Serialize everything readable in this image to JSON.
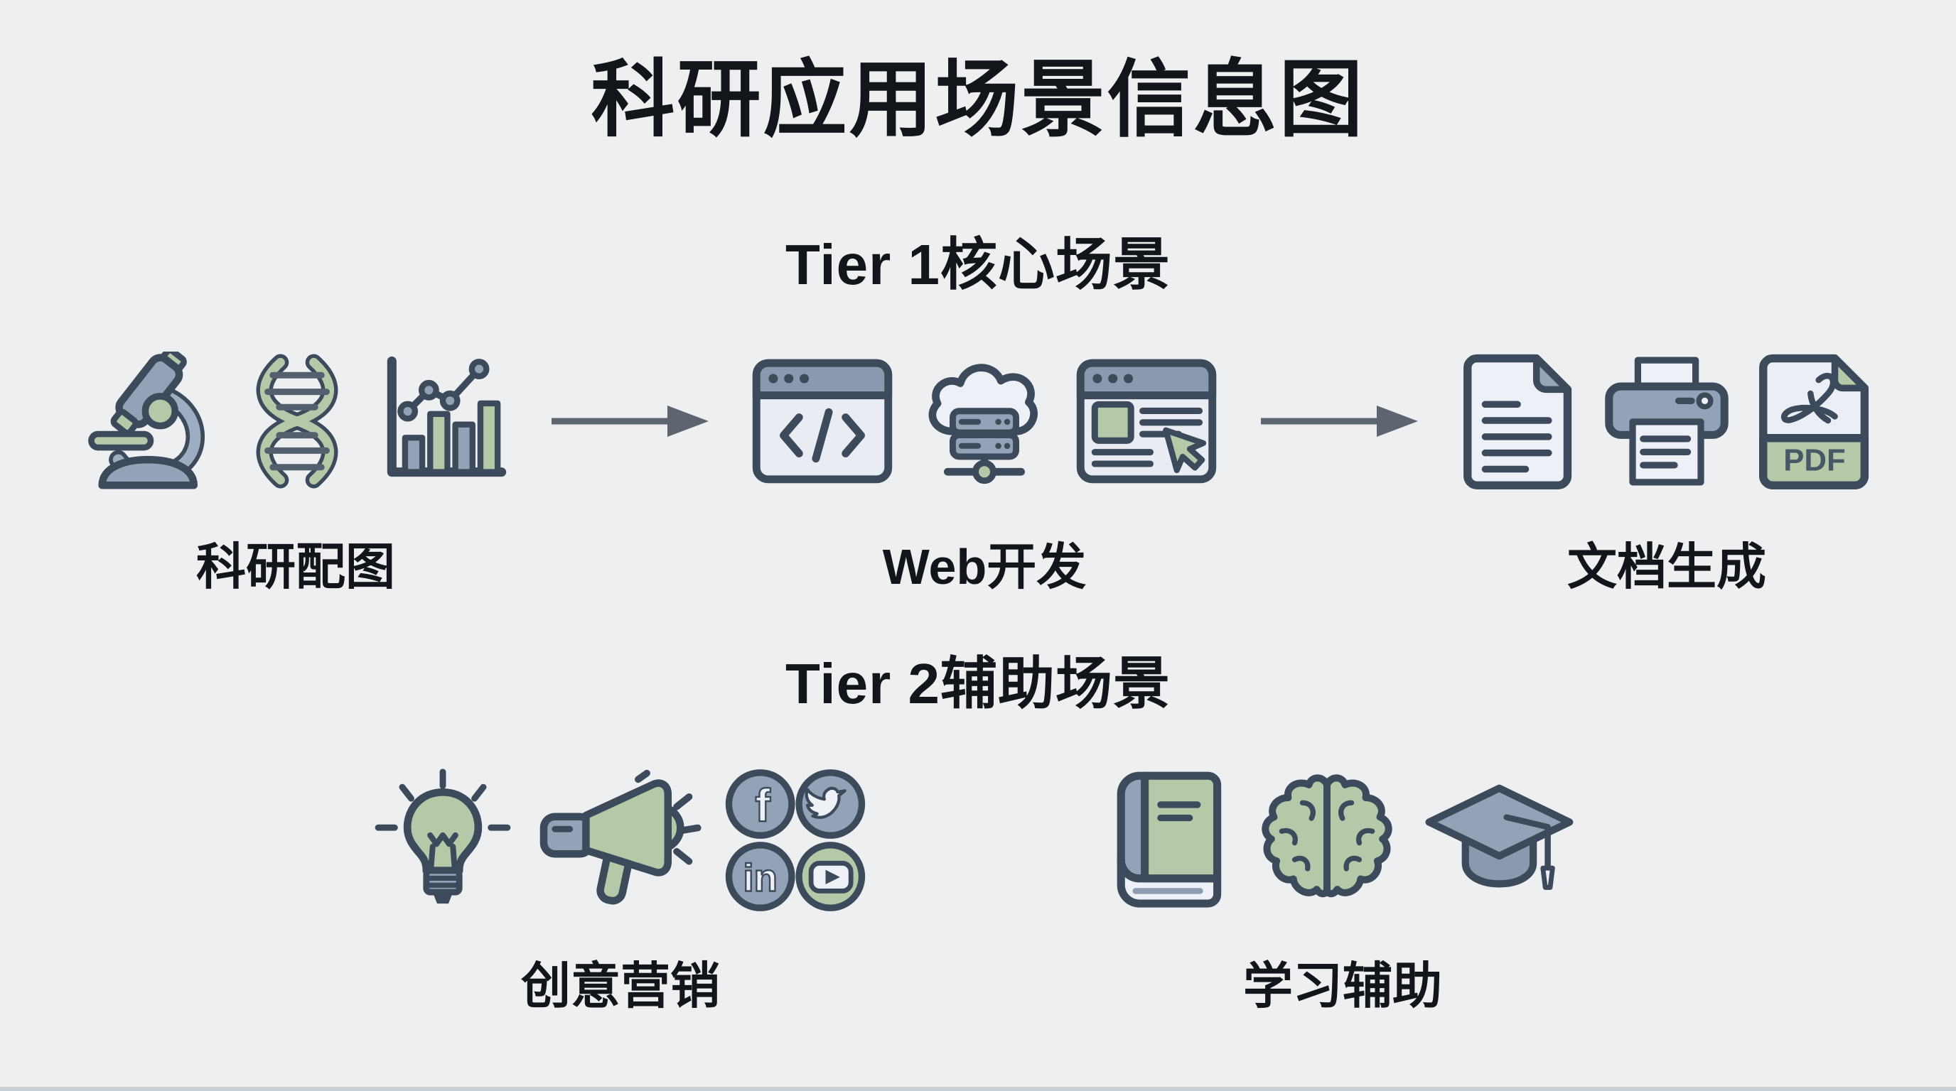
{
  "page": {
    "title": "科研应用场景信息图"
  },
  "tier1": {
    "heading": "Tier 1核心场景",
    "groups": [
      {
        "label": "科研配图",
        "icons": [
          "microscope-icon",
          "dna-icon",
          "bar-chart-icon"
        ]
      },
      {
        "label": "Web开发",
        "icons": [
          "code-window-icon",
          "cloud-server-icon",
          "webpage-icon"
        ]
      },
      {
        "label": "文档生成",
        "icons": [
          "document-icon",
          "printer-icon",
          "pdf-file-icon"
        ]
      }
    ],
    "arrows": 2
  },
  "tier2": {
    "heading": "Tier 2辅助场景",
    "groups": [
      {
        "label": "创意营销",
        "icons": [
          "lightbulb-icon",
          "megaphone-icon",
          "social-media-icons"
        ]
      },
      {
        "label": "学习辅助",
        "icons": [
          "book-icon",
          "brain-icon",
          "graduation-cap-icon"
        ]
      }
    ]
  },
  "glyphs": {
    "pdf_label": "PDF",
    "facebook": "f",
    "linkedin": "in"
  },
  "colors": {
    "background": "#edeff1",
    "outline": "#3d4a5c",
    "blue_gray": "#93a2b7",
    "green": "#b5c9a8",
    "light_fill": "#edf0f6",
    "arrow": "#5d6570",
    "text": "#121519"
  }
}
